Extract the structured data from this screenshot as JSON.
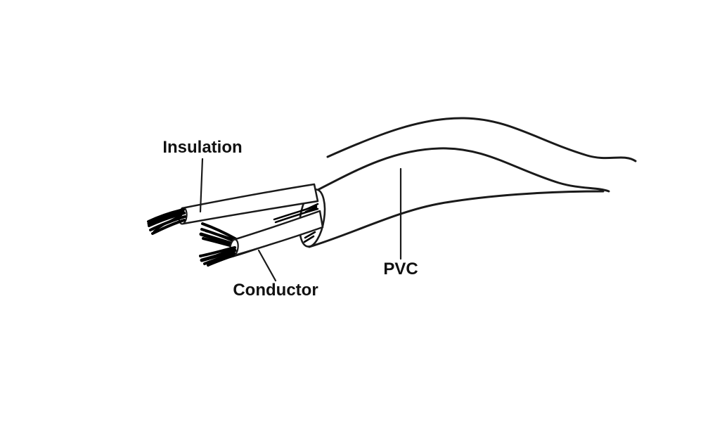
{
  "figure": {
    "type": "technical-line-drawing",
    "subject": "stripped two-wire cable end",
    "labels": {
      "insulation": "Insulation",
      "conductor": "Conductor",
      "pvc": "PVC"
    }
  },
  "colors": {
    "background": "#ffffff",
    "line": "#1a1a1a",
    "strands": "#000000",
    "text": "#111111"
  }
}
